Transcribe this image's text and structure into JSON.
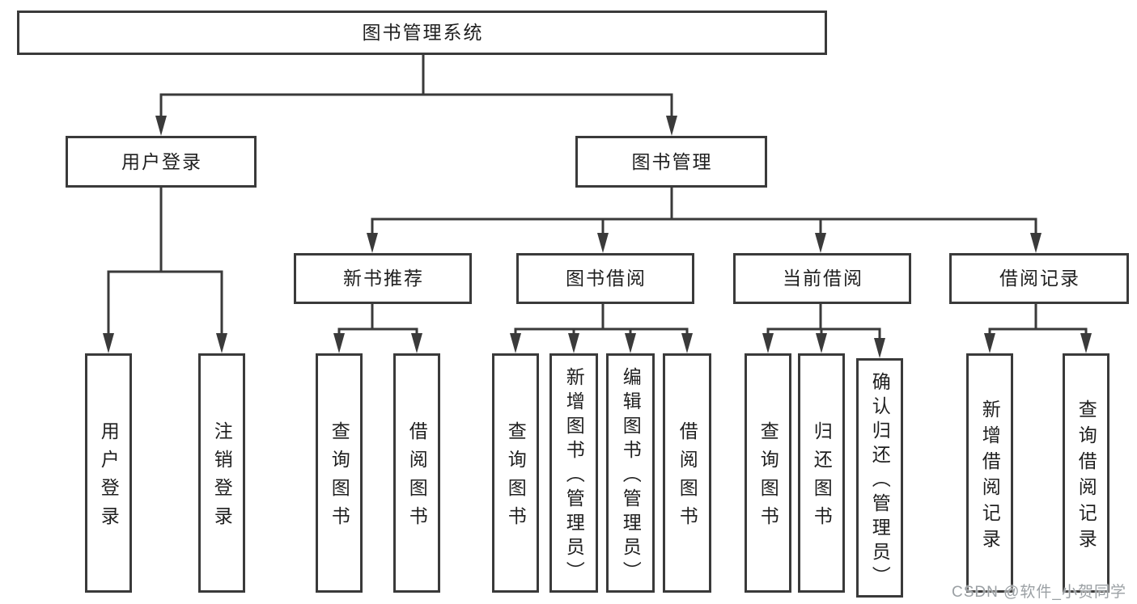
{
  "diagram": {
    "watermark": "CSDN @软件_小贺同学",
    "colors": {
      "background": "#ffffff",
      "line": "#3a3a3a",
      "box_border": "#3a3a3a",
      "text": "#1f1f1f",
      "watermark": "#9ba0a4"
    },
    "nodes": [
      {
        "id": "root",
        "label": "图书管理系统",
        "parent": null,
        "orientation": "horizontal"
      },
      {
        "id": "user-login",
        "label": "用户登录",
        "parent": "root",
        "orientation": "horizontal"
      },
      {
        "id": "book-mgmt",
        "label": "图书管理",
        "parent": "root",
        "orientation": "horizontal"
      },
      {
        "id": "new-book-rec",
        "label": "新书推荐",
        "parent": "book-mgmt",
        "orientation": "horizontal"
      },
      {
        "id": "book-borrow",
        "label": "图书借阅",
        "parent": "book-mgmt",
        "orientation": "horizontal"
      },
      {
        "id": "current-borrow",
        "label": "当前借阅",
        "parent": "book-mgmt",
        "orientation": "horizontal"
      },
      {
        "id": "borrow-records",
        "label": "借阅记录",
        "parent": "book-mgmt",
        "orientation": "horizontal"
      },
      {
        "id": "leaf-user-login",
        "label": "用户登录",
        "parent": "user-login",
        "orientation": "vertical"
      },
      {
        "id": "leaf-logout",
        "label": "注销登录",
        "parent": "user-login",
        "orientation": "vertical"
      },
      {
        "id": "rec-query-book",
        "label": "查询图书",
        "parent": "new-book-rec",
        "orientation": "vertical"
      },
      {
        "id": "rec-borrow-book",
        "label": "借阅图书",
        "parent": "new-book-rec",
        "orientation": "vertical"
      },
      {
        "id": "bb-query-book",
        "label": "查询图书",
        "parent": "book-borrow",
        "orientation": "vertical"
      },
      {
        "id": "bb-add-book",
        "label": "新增图书（管理员）",
        "parent": "book-borrow",
        "orientation": "vertical"
      },
      {
        "id": "bb-edit-book",
        "label": "编辑图书（管理员）",
        "parent": "book-borrow",
        "orientation": "vertical"
      },
      {
        "id": "bb-borrow-book",
        "label": "借阅图书",
        "parent": "book-borrow",
        "orientation": "vertical"
      },
      {
        "id": "cur-query-book",
        "label": "查询图书",
        "parent": "current-borrow",
        "orientation": "vertical"
      },
      {
        "id": "cur-return-book",
        "label": "归还图书",
        "parent": "current-borrow",
        "orientation": "vertical"
      },
      {
        "id": "cur-confirm-return",
        "label": "确认归还（管理员）",
        "parent": "current-borrow",
        "orientation": "vertical"
      },
      {
        "id": "rec2-add-record",
        "label": "新增借阅记录",
        "parent": "borrow-records",
        "orientation": "vertical"
      },
      {
        "id": "rec2-query-record",
        "label": "查询借阅记录",
        "parent": "borrow-records",
        "orientation": "vertical"
      }
    ]
  }
}
